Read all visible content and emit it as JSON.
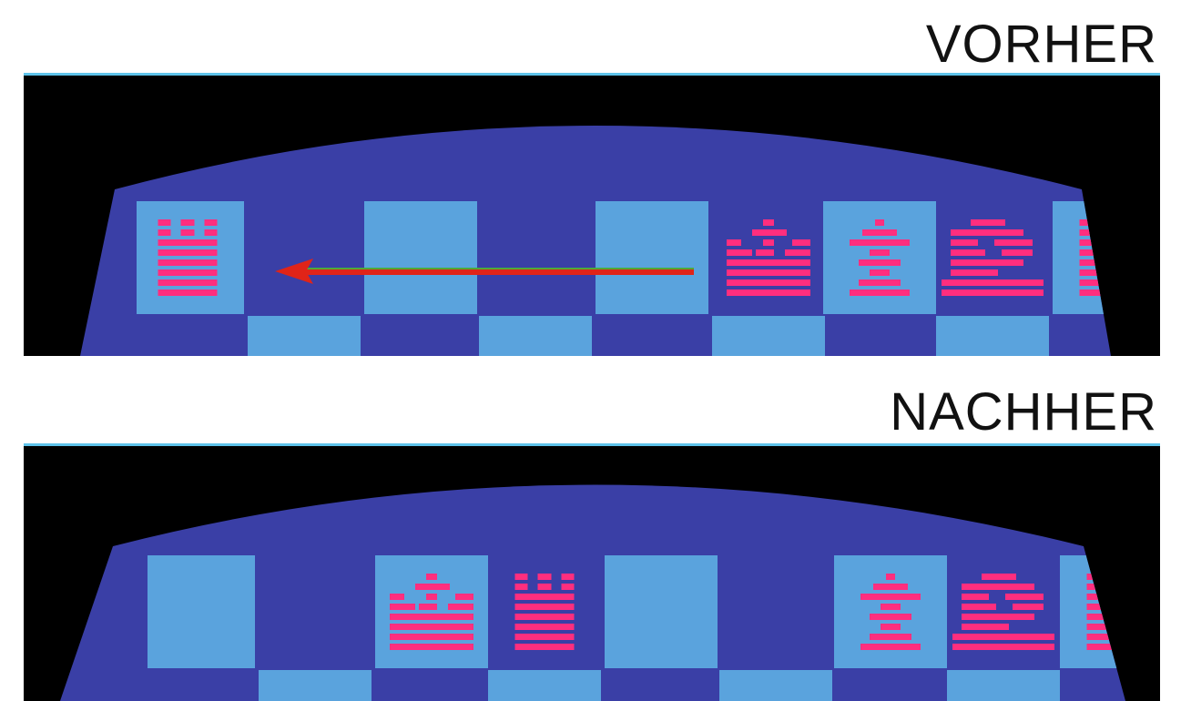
{
  "before": {
    "label": "VORHER",
    "pieces": [
      {
        "square": 1,
        "piece": "rook",
        "move_from": false
      },
      {
        "square": 6,
        "piece": "king",
        "move_from": true
      },
      {
        "square": 7,
        "piece": "pawn",
        "move_from": false
      },
      {
        "square": 8,
        "piece": "knight",
        "move_from": false
      },
      {
        "square": 9,
        "piece": "rook",
        "move_from": false
      }
    ],
    "move_arrow": {
      "from_square": 6,
      "to_square": 2,
      "color": "#e02418"
    }
  },
  "after": {
    "label": "NACHHER",
    "pieces": [
      {
        "square": 3,
        "piece": "king"
      },
      {
        "square": 4,
        "piece": "rook"
      },
      {
        "square": 7,
        "piece": "pawn"
      },
      {
        "square": 8,
        "piece": "knight"
      },
      {
        "square": 9,
        "piece": "rook"
      }
    ]
  },
  "colors": {
    "background": "#000000",
    "board_dark": "#3a3fa6",
    "board_light": "#5aa3dd",
    "piece": "#ff2e7e",
    "panel_edge": "#5ec3ea"
  }
}
